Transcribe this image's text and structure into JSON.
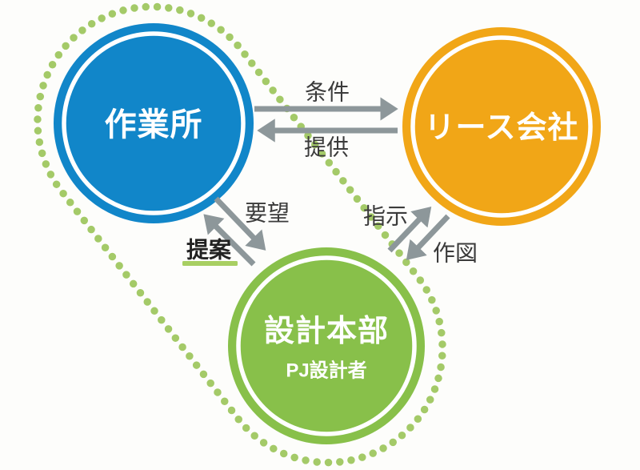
{
  "colors": {
    "bg": "#fdfdfb",
    "blue": "#1186c9",
    "orange": "#f1a617",
    "green": "#88c04a",
    "dot-green": "#a4ca68",
    "arrow-gray": "#8d979a",
    "label-dark": "#3b3b3b",
    "underline-green": "#a8cf62",
    "node-text": "#ffffff"
  },
  "nodes": {
    "worksite": {
      "label": "作業所"
    },
    "lease": {
      "label": "リース会社"
    },
    "design": {
      "label": "設計本部",
      "sublabel": "PJ設計者"
    }
  },
  "edges": {
    "joken": {
      "label": "条件",
      "from": "worksite",
      "to": "lease"
    },
    "teikyo": {
      "label": "提供",
      "from": "lease",
      "to": "worksite"
    },
    "yobo": {
      "label": "要望",
      "from": "worksite",
      "to": "design"
    },
    "teian": {
      "label": "提案",
      "from": "design",
      "to": "worksite",
      "underlined": true
    },
    "shiji": {
      "label": "指示",
      "from": "design",
      "to": "lease"
    },
    "sakuzu": {
      "label": "作図",
      "from": "lease",
      "to": "design"
    }
  },
  "annotations": {
    "dotted_loop": "encloses worksite and design nodes"
  }
}
